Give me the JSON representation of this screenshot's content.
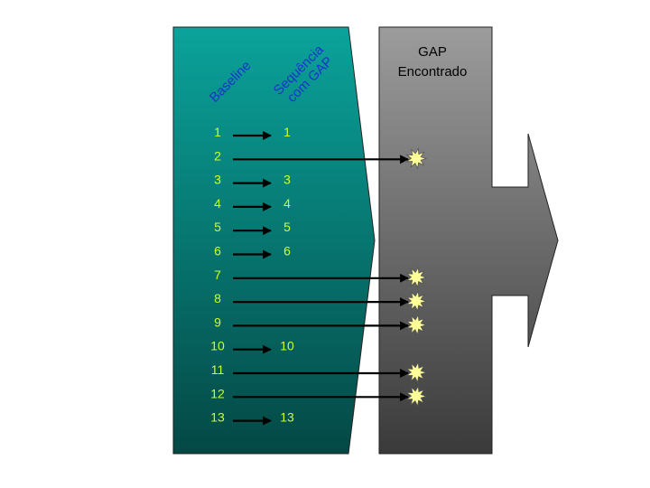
{
  "header": {
    "baseline_label": "Baseline",
    "sequence_label_line1": "Sequência",
    "sequence_label_line2": "com GAP",
    "gap_title_line1": "GAP",
    "gap_title_line2": "Encontrado"
  },
  "rows": [
    {
      "baseline": "1",
      "sequence": "1",
      "gap": false
    },
    {
      "baseline": "2",
      "sequence": "",
      "gap": true
    },
    {
      "baseline": "3",
      "sequence": "3",
      "gap": false
    },
    {
      "baseline": "4",
      "sequence": "4",
      "gap": false
    },
    {
      "baseline": "5",
      "sequence": "5",
      "gap": false
    },
    {
      "baseline": "6",
      "sequence": "6",
      "gap": false
    },
    {
      "baseline": "7",
      "sequence": "",
      "gap": true
    },
    {
      "baseline": "8",
      "sequence": "",
      "gap": true
    },
    {
      "baseline": "9",
      "sequence": "",
      "gap": true
    },
    {
      "baseline": "10",
      "sequence": "10",
      "gap": false
    },
    {
      "baseline": "11",
      "sequence": "",
      "gap": true
    },
    {
      "baseline": "12",
      "sequence": "",
      "gap": true
    },
    {
      "baseline": "13",
      "sequence": "13",
      "gap": false
    }
  ],
  "colors": {
    "teal_light": "#0aa39b",
    "teal_dark": "#044845",
    "gray_light": "#9c9c9c",
    "gray_dark": "#3a3a3a",
    "number_text": "#ccff33",
    "header_text": "#1a33cc",
    "title_text": "#000000",
    "arrow": "#000000",
    "star_fill": "#ffff99"
  },
  "icons": {
    "gap_marker": "starburst-icon",
    "link_arrow": "arrow-right-icon",
    "panel_arrow": "big-arrow-right-icon"
  }
}
